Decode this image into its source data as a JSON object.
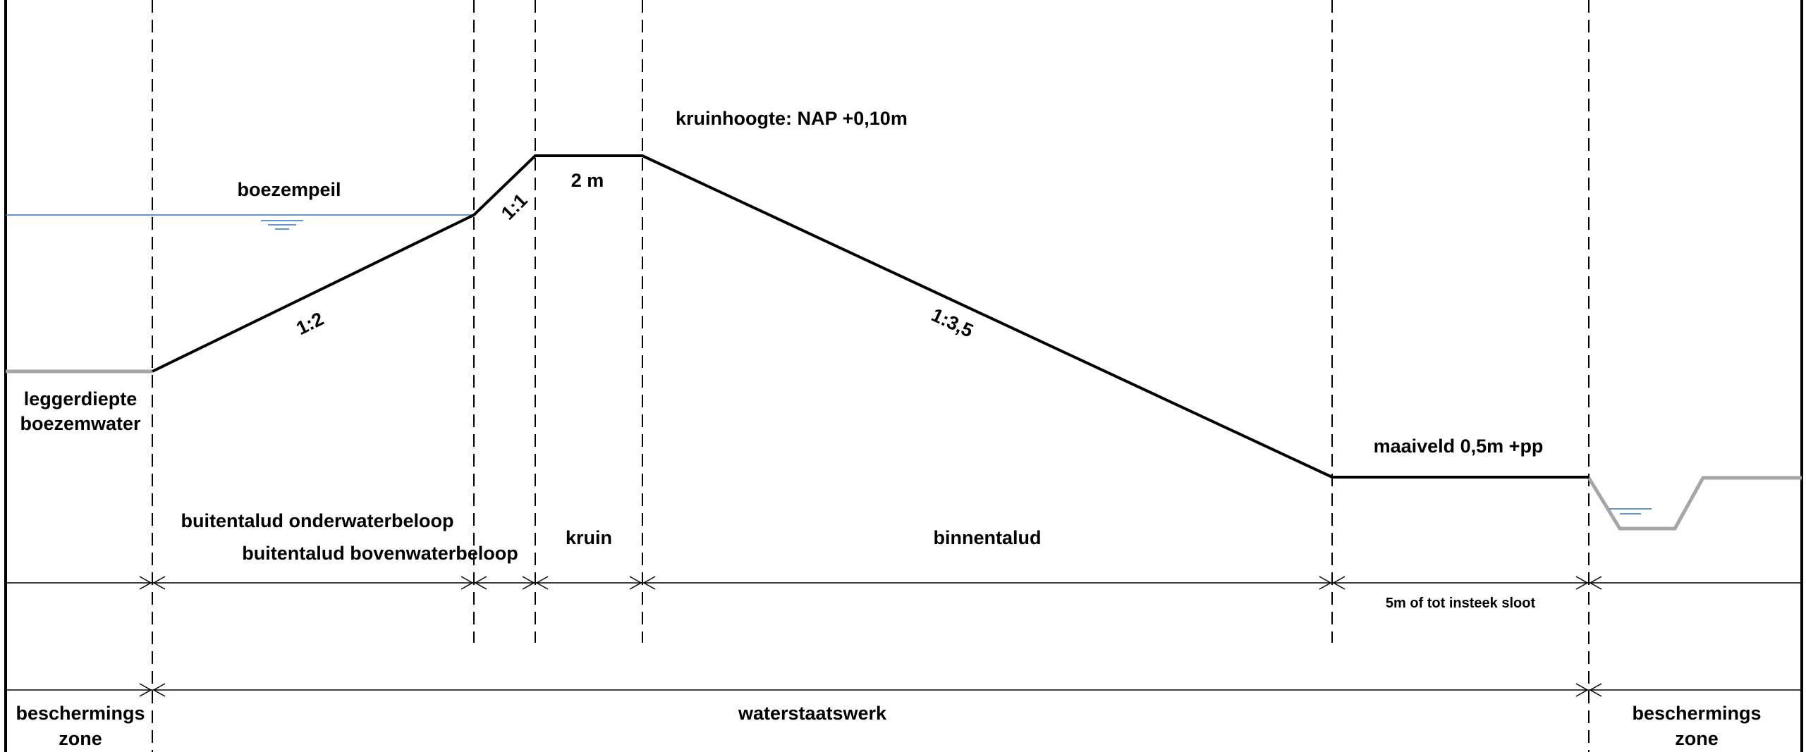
{
  "diagram": {
    "labels": {
      "kruinhoogte": "kruinhoogte: NAP +0,10m",
      "boezempeil": "boezempeil",
      "crest_width": "2 m",
      "slope_outer_under": "1:2",
      "slope_outer_above": "1:1",
      "slope_inner": "1:3,5",
      "leggerdiepte_line1": "leggerdiepte",
      "leggerdiepte_line2": "boezemwater",
      "maaiveld": "maaiveld 0,5m +pp",
      "buitentalud_onder": "buitentalud onderwaterbeloop",
      "buitentalud_boven": "buitentalud bovenwaterbeloop",
      "kruin": "kruin",
      "binnentalud": "binnentalud",
      "insteek": "5m of tot insteek sloot",
      "waterstaatswerk": "waterstaatswerk",
      "zone_left_line1": "beschermings",
      "zone_left_line2": "zone",
      "zone_right_line1": "beschermings",
      "zone_right_line2": "zone"
    },
    "colors": {
      "profile": "#000000",
      "ground": "#a6a6a6",
      "water": "#2e75b6"
    },
    "icons": {
      "water_level_left": "water-level-symbol",
      "water_level_ditch": "water-level-symbol"
    }
  }
}
